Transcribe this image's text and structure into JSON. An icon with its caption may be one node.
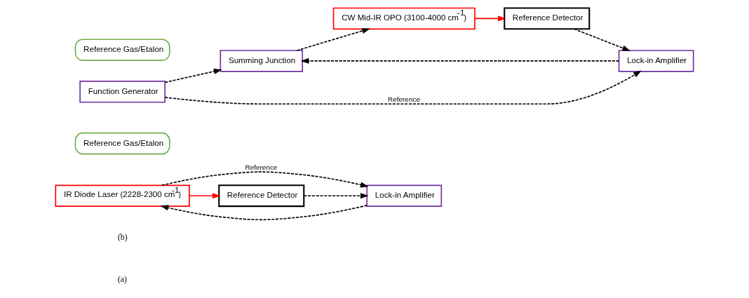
{
  "diagram": {
    "nodes": [
      {
        "text": [
          "IR Diode Laser (2228-2300 cm$^{-1}$)"
        ]
      },
      {
        "text": [
          "Lock-in Amplifier"
        ]
      },
      {
        "text": [
          "Reference Detector"
        ]
      },
      {
        "text": [
          "Reference Gas/Etalon"
        ]
      },
      {
        "text": [
          "Function Generator"
        ]
      },
      {
        "text": [
          "Summing Junction"
        ]
      },
      {
        "text": [
          "Lock-in Amplifier"
        ]
      },
      {
        "text": [
          "CW Mid-IR OPO (3100-4000 cm$^{-1}$)"
        ]
      },
      {
        "text": [
          "Reference Detector"
        ]
      },
      {
        "text": [
          "Reference Gas/Etalon"
        ]
      }
    ],
    "edges": [
      {
        "from": 0,
        "to": 1,
        "arrow": "to",
        "style": "dashed",
        "label": "Reference"
      },
      {
        "from": 1,
        "to": 0,
        "arrow": "to",
        "style": "dashed"
      },
      {
        "from": 2,
        "to": 1,
        "arrow": "to",
        "style": "dashed"
      },
      {
        "from": 0,
        "to": 2,
        "arrow": "to",
        "color": "#ff0000"
      },
      {
        "from": 4,
        "to": 6,
        "arrow": "to",
        "style": "dashed",
        "label": "Reference"
      },
      {
        "from": 4,
        "to": 5,
        "arrow": "to",
        "style": "dashed"
      },
      {
        "from": 6,
        "to": 5,
        "arrow": "to",
        "style": "dashed"
      },
      {
        "from": 5,
        "to": 7,
        "arrow": "to",
        "style": "dashed"
      },
      {
        "from": 8,
        "to": 6,
        "arrow": "to",
        "style": "dashed"
      },
      {
        "from": 7,
        "to": 8,
        "arrow": "to",
        "color": "#ff0000"
      }
    ],
    "labels": [
      "(a)",
      "(b)"
    ]
  }
}
